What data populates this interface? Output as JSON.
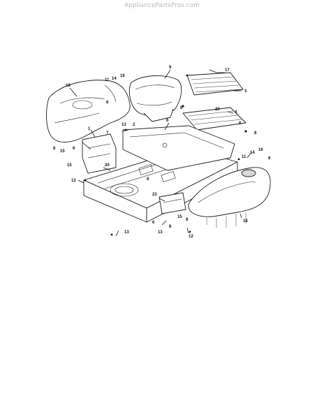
{
  "watermark": "AppliancePartsPros.com",
  "callouts": {
    "c1": "1",
    "c2": "2",
    "c3": "3",
    "c4": "4",
    "c6": "6",
    "c7": "7",
    "c8": "8",
    "c9": "9",
    "c11": "11",
    "c12": "12",
    "c13": "13",
    "c14": "14",
    "c15": "15",
    "c16": "16",
    "c17": "17",
    "c18": "18",
    "c19": "19",
    "c20": "20",
    "c23": "23"
  },
  "icons": [
    "seat-icon",
    "fender-icon",
    "floor-mat-icon",
    "frame-icon",
    "bracket-icon",
    "bolt-icon"
  ]
}
